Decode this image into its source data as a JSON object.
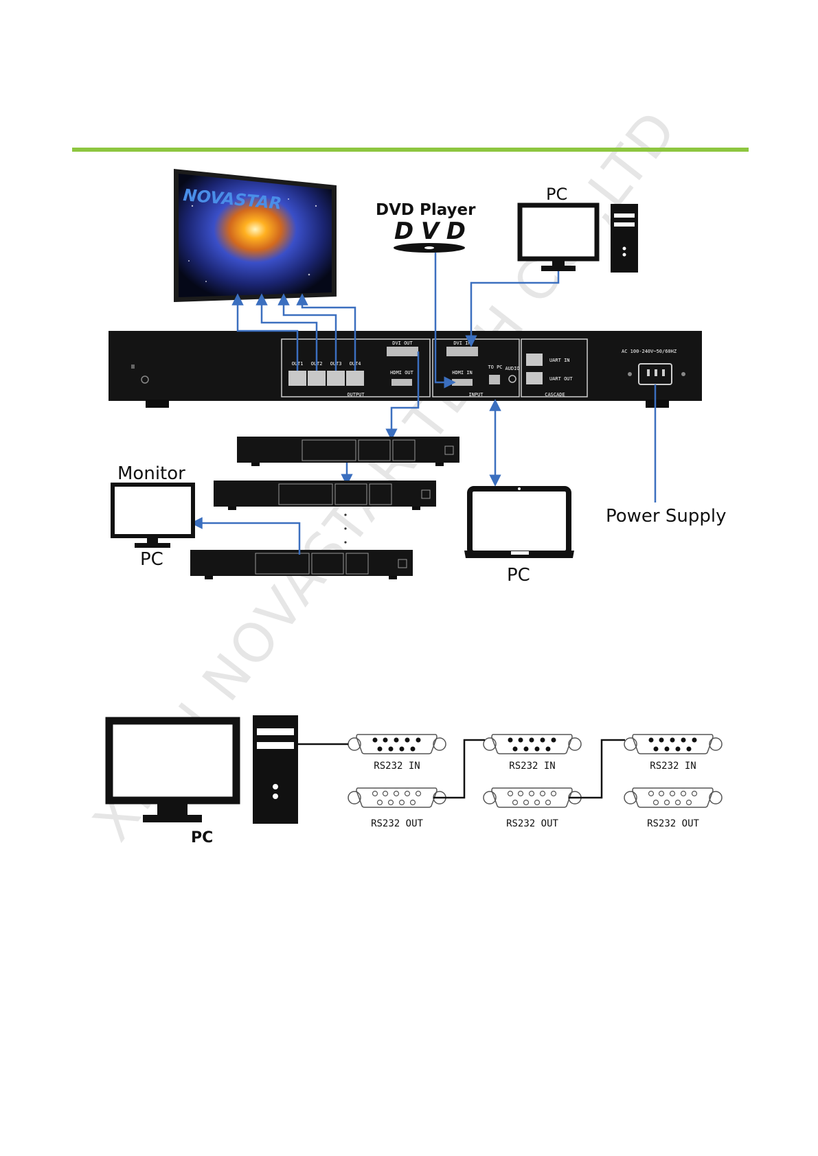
{
  "colors": {
    "accent_rule": "#8dc63f",
    "arrow_blue": "#3b6fbf",
    "device_black": "#141414",
    "watermark": "#e6e6e6"
  },
  "watermark": "XI'AN NOVASTAR TECH CO.,LTD",
  "diagram1": {
    "screen_logo": "NOVASTAR",
    "dvd_label": "DVD Player",
    "dvd_logo": "DVD",
    "pc_top_label": "PC",
    "monitor_label": "Monitor",
    "monitor_pc_label": "PC",
    "laptop_label": "PC",
    "power_label": "Power Supply",
    "device": {
      "outputs": [
        "OUT1",
        "OUT2",
        "OUT3",
        "OUT4"
      ],
      "dvi_out": "DVI OUT",
      "dvi_in": "DVI IN",
      "hdmi_out": "HDMI OUT",
      "hdmi_in": "HDMI IN",
      "to_pc": "TO PC",
      "audio": "AUDIO",
      "uart_in": "UART IN",
      "uart_out": "UART OUT",
      "output_group": "OUTPUT",
      "input_group": "INPUT",
      "cascade_group": "CASCADE",
      "power_spec": "AC 100-240V~50/60HZ"
    }
  },
  "diagram2": {
    "pc_label": "PC",
    "ports": [
      {
        "in_label": "RS232 IN",
        "out_label": "RS232 OUT"
      },
      {
        "in_label": "RS232 IN",
        "out_label": "RS232 OUT"
      },
      {
        "in_label": "RS232 IN",
        "out_label": "RS232 OUT"
      }
    ]
  }
}
